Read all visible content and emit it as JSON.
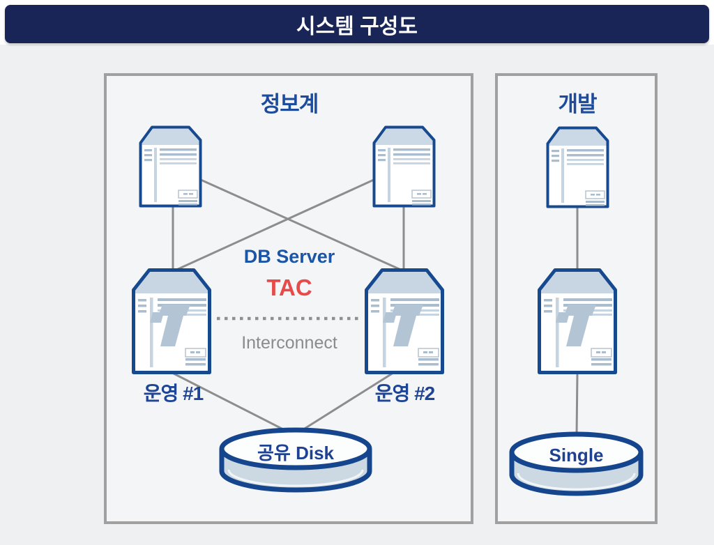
{
  "header": {
    "title": "시스템 구성도"
  },
  "info_panel": {
    "title": "정보계",
    "db_server_label": "DB Server",
    "cluster_label": "TAC",
    "interconnect_label": "Interconnect",
    "node1_label": "운영 #1",
    "node2_label": "운영 #2",
    "disk_label": "공유 Disk"
  },
  "dev_panel": {
    "title": "개발",
    "disk_label": "Single"
  },
  "icons": {
    "app_server": "server-tower-icon",
    "db_server": "tibero-db-server-icon",
    "disk": "disk-cylinder-icon"
  },
  "colors": {
    "header_bg": "#1a2557",
    "canvas_bg": "#eef0f2",
    "panel_bg": "#f4f5f7",
    "panel_border": "#a0a0a0",
    "server_outline_blue": "#17498f",
    "server_lid_blue": "#c9d7e5",
    "server_detail_blue": "#a9bdcf",
    "logo_blue": "#b3c5d5",
    "title_blue": "#1e4c9c",
    "db_server_text_blue": "#1a55a6",
    "tac_red": "#e64a4a",
    "interconnect_gray": "#8b8b8b",
    "line_gray": "#8d8d8d",
    "disk_body": "#cdd9e2",
    "disk_outline": "#15458c"
  }
}
